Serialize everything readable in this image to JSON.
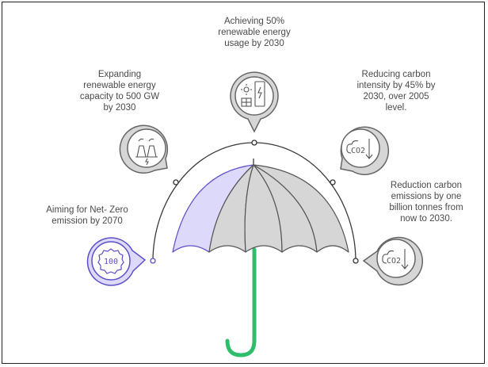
{
  "colors": {
    "gray_fill": "#d6d6d6",
    "gray_stroke": "#666666",
    "purple_fill": "#ddd9fb",
    "purple_stroke": "#5b4fc9",
    "handle": "#2ebd6b",
    "arc": "#3a3a3a"
  },
  "goals": [
    {
      "id": "renewable-usage",
      "text": "Achieving 50%\nrenewable energy\nusage by 2030",
      "icon": "solar-battery-icon"
    },
    {
      "id": "renewable-capacity",
      "text": "Expanding\nrenewable energy\ncapacity to 500 GW\nby 2030",
      "icon": "power-plant-icon"
    },
    {
      "id": "carbon-intensity",
      "text": "Reducing carbon\nintensity by 45% by\n2030, over 2005\nlevel.",
      "icon": "co2-down-icon",
      "icon_text": "CO2"
    },
    {
      "id": "net-zero",
      "text": "Aiming for Net- Zero\nemission  by 2070",
      "icon": "badge-100-icon",
      "icon_text": "100"
    },
    {
      "id": "emission-reduction",
      "text": "Reduction  carbon\nemissions by one\nbillion tonnes from\nnow to 2030.",
      "icon": "co2-down-icon",
      "icon_text": "CO2"
    }
  ]
}
